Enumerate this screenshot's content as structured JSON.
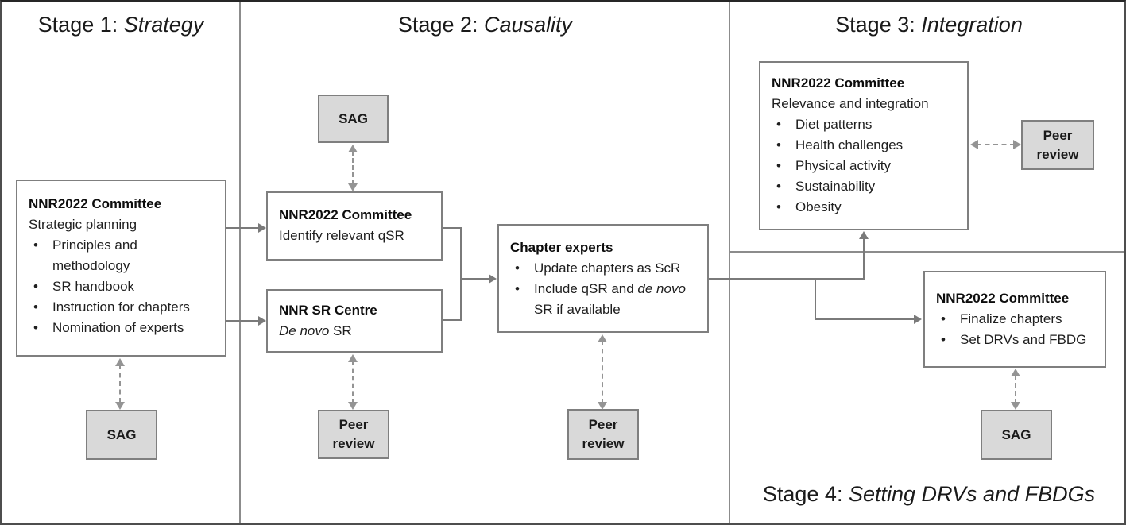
{
  "stages": {
    "s1": {
      "prefix": "Stage 1: ",
      "name": "Strategy"
    },
    "s2": {
      "prefix": "Stage 2: ",
      "name": "Causality"
    },
    "s3": {
      "prefix": "Stage 3: ",
      "name": "Integration"
    },
    "s4": {
      "prefix": "Stage 4: ",
      "name": "Setting DRVs and FBDGs"
    }
  },
  "stage1": {
    "committee": {
      "title": "NNR2022 Committee",
      "subtitle": "Strategic planning",
      "bullets": [
        "Principles and methodology",
        "SR handbook",
        "Instruction for chapters",
        "Nomination of experts"
      ]
    },
    "sag": "SAG"
  },
  "stage2": {
    "sag": "SAG",
    "committee": {
      "title": "NNR2022 Committee",
      "subtitle": "Identify relevant qSR"
    },
    "sr_centre": {
      "title": "NNR SR Centre",
      "subtitle_italic": "De novo",
      "subtitle_rest": " SR"
    },
    "sr_peer_review": "Peer review",
    "chapter_experts": {
      "title": "Chapter experts",
      "bullet1": "Update chapters as ScR",
      "bullet2_pre": "Include qSR and ",
      "bullet2_italic": "de novo",
      "bullet2_post": " SR if available"
    },
    "chapter_peer_review": "Peer review"
  },
  "stage3": {
    "committee": {
      "title": "NNR2022 Committee",
      "subtitle": "Relevance and integration",
      "bullets": [
        "Diet patterns",
        "Health challenges",
        "Physical activity",
        "Sustainability",
        "Obesity"
      ]
    },
    "peer_review": "Peer review"
  },
  "stage4": {
    "committee": {
      "title": "NNR2022 Committee",
      "bullets": [
        "Finalize chapters",
        "Set DRVs and FBDG"
      ]
    },
    "sag": "SAG"
  },
  "colors": {
    "box_border": "#7f7f7f",
    "gray_fill": "#d9d9d9",
    "connector": "#7a7a7a",
    "frame": "#404040",
    "text": "#1f1f1f"
  }
}
